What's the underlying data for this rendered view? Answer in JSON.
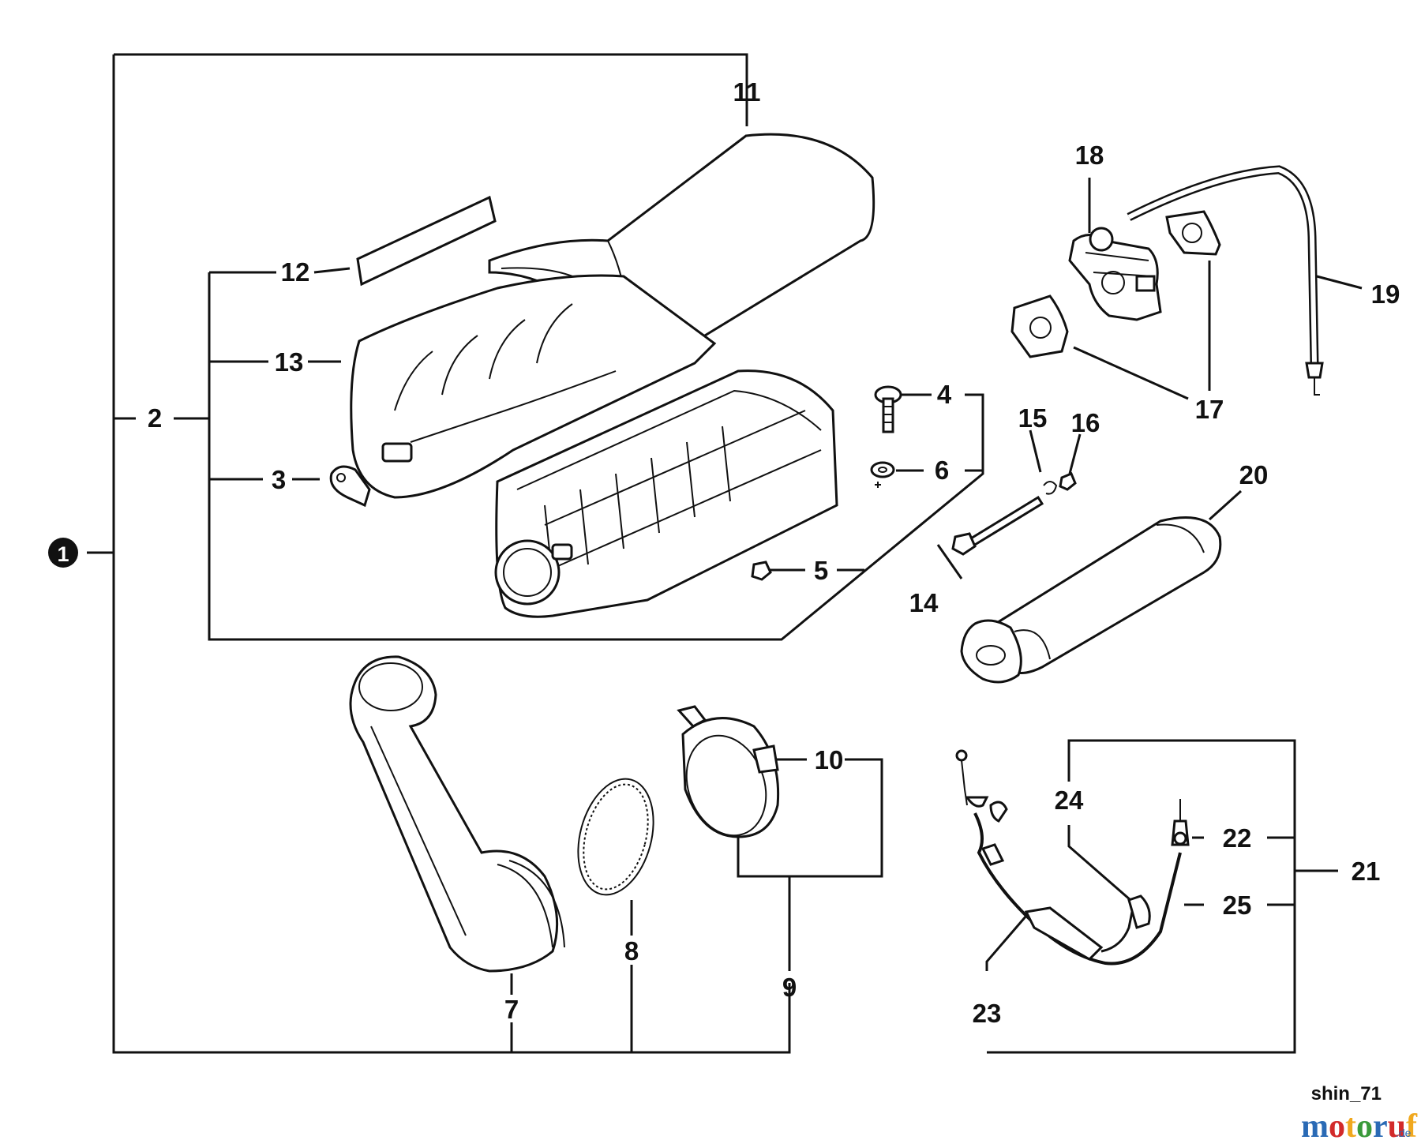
{
  "diagram": {
    "root_marker": "1",
    "labels": {
      "l2": "2",
      "l3": "3",
      "l4": "4",
      "l5": "5",
      "l6": "6",
      "l7": "7",
      "l8": "8",
      "l9": "9",
      "l10": "10",
      "l11": "11",
      "l12": "12",
      "l13": "13",
      "l14": "14",
      "l15": "15",
      "l16": "16",
      "l17": "17",
      "l18": "18",
      "l19": "19",
      "l20": "20",
      "l21": "21",
      "l22": "22",
      "l23": "23",
      "l24": "24",
      "l25": "25"
    },
    "source_code": "shin_71",
    "logo": {
      "main": "motoruf",
      "suffix": ".de",
      "colors": [
        "#2a6ab5",
        "#d22a2a",
        "#f0a81e",
        "#3a9a3a",
        "#2a6ab5",
        "#d22a2a",
        "#f0a81e"
      ]
    }
  }
}
